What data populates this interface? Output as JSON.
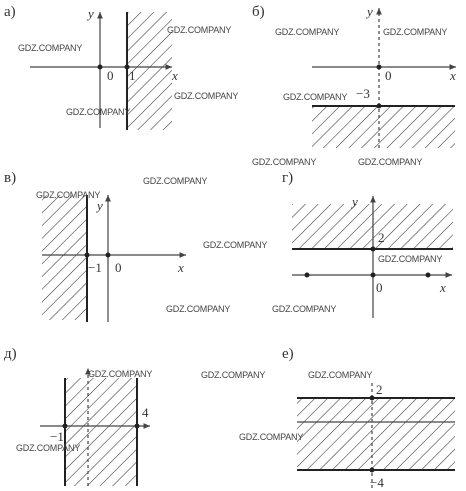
{
  "panels": {
    "a": {
      "label": "а)",
      "x_axis": "x",
      "y_axis": "y",
      "origin": "0",
      "tick": "1"
    },
    "b": {
      "label": "б)",
      "x_axis": "x",
      "y_axis": "y",
      "origin": "0",
      "tick": "−3"
    },
    "v": {
      "label": "в)",
      "x_axis": "x",
      "y_axis": "y",
      "origin": "0",
      "tick": "−1"
    },
    "g": {
      "label": "г)",
      "x_axis": "x",
      "y_axis": "y",
      "origin": "0",
      "tick": "2"
    },
    "d": {
      "label": "д)",
      "tick_left": "−1",
      "tick_right": "4"
    },
    "e": {
      "label": "е)",
      "tick_top": "2",
      "tick_bottom": "−4"
    }
  },
  "watermark": "GDZ.COMPANY",
  "colors": {
    "ink": "#222222",
    "hatch": "#333333"
  }
}
